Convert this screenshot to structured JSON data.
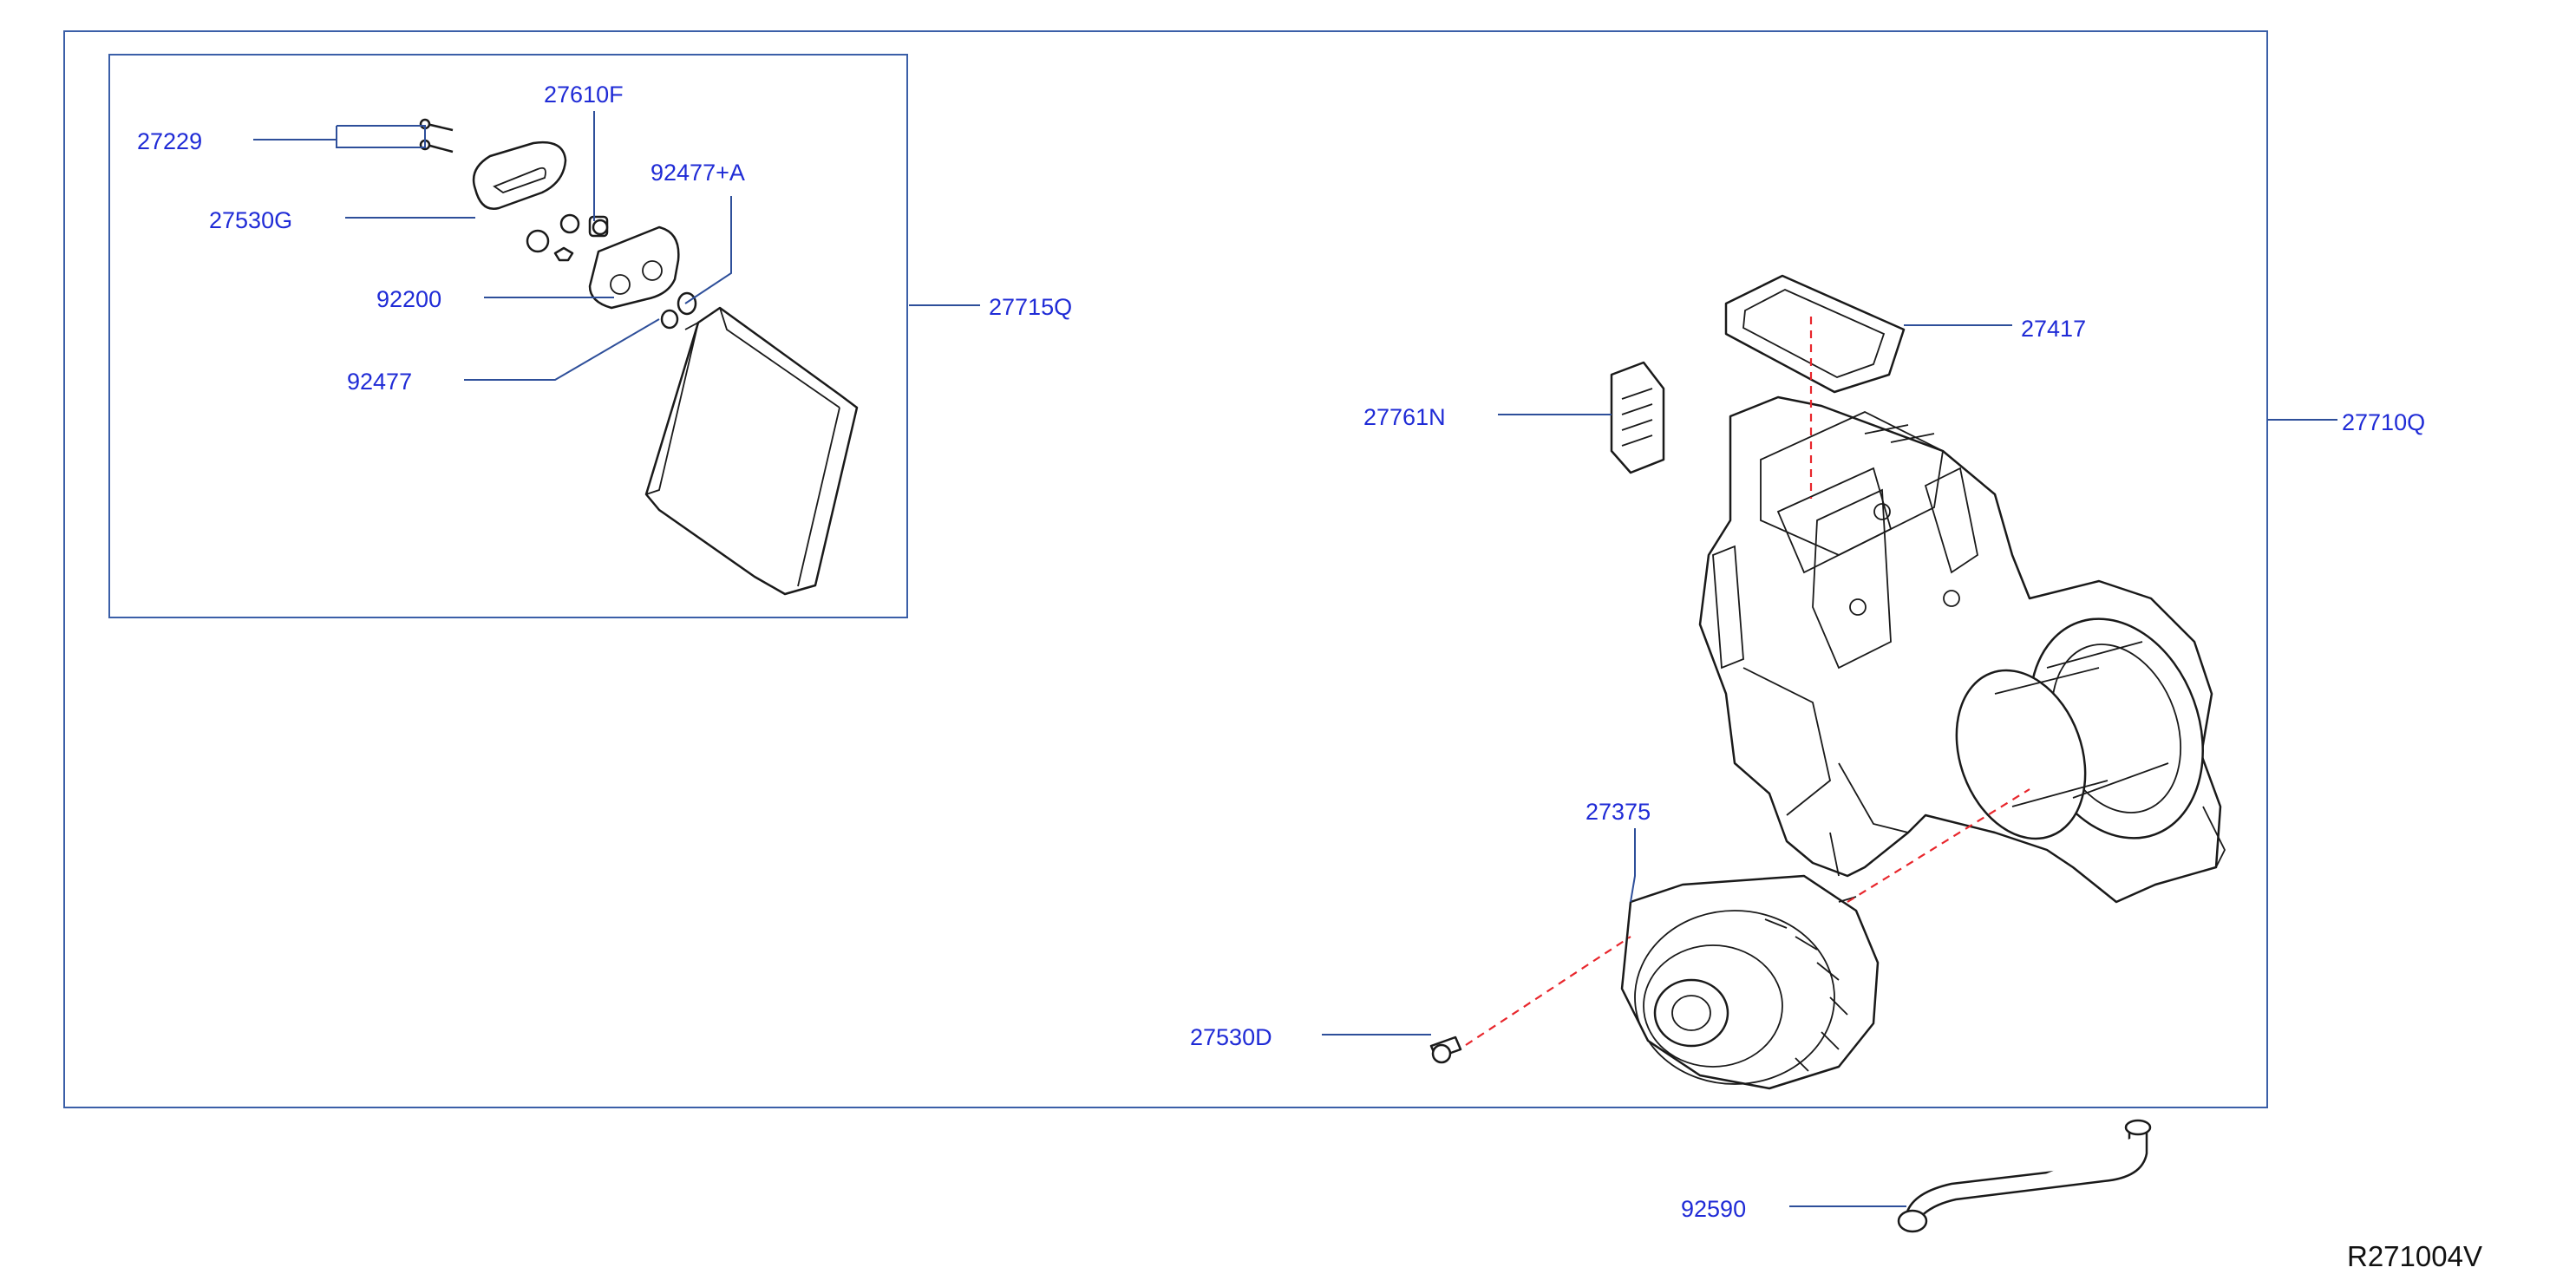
{
  "diagram": {
    "reference_id": "R271004V",
    "colors": {
      "callout": "#1f2bd6",
      "frame": "#3b5fa8",
      "leader": "#2e4f9a",
      "alignment": "#e8262c",
      "outline": "#1a1a1a"
    },
    "callouts": {
      "p27229": "27229",
      "p27610F": "27610F",
      "p27530G": "27530G",
      "p92477A": "92477+A",
      "p92200": "92200",
      "p92477": "92477",
      "p27715Q": "27715Q",
      "p27417": "27417",
      "p27761N": "27761N",
      "p27710Q": "27710Q",
      "p27375": "27375",
      "p27530D": "27530D",
      "p92590": "92590"
    }
  }
}
